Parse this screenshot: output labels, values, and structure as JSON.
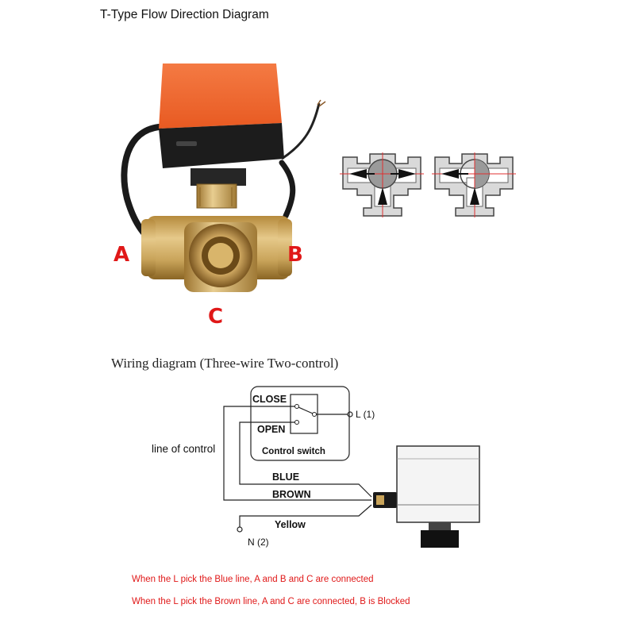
{
  "title": "T-Type Flow Direction Diagram",
  "ports": {
    "a": "A",
    "b": "B",
    "c": "C"
  },
  "wiring": {
    "title": "Wiring diagram (Three-wire Two-control)",
    "close": "CLOSE",
    "open": "OPEN",
    "switch_label": "Control switch",
    "l_terminal": "L (1)",
    "n_terminal": "N (2)",
    "line_of_control": "line of control",
    "blue": "BLUE",
    "brown": "BROWN",
    "yellow": "Yellow"
  },
  "notes": [
    "When the L pick the Blue line, A and B and C are connected",
    "When the L pick the Brown line, A and C are connected, B is Blocked"
  ],
  "colors": {
    "actuator_orange": "#f0642a",
    "brass": "#c9a45a",
    "label_red": "#e01818",
    "diagram_red": "#e03030"
  }
}
